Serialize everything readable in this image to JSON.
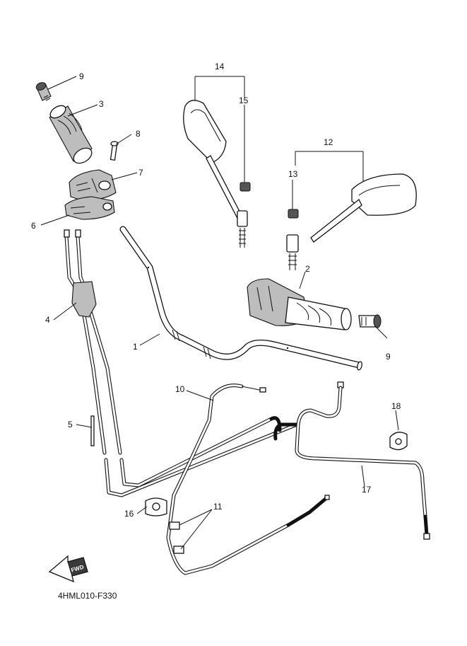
{
  "diagram_code": "4HML010-F330",
  "fwd_label": "FWD",
  "callouts": {
    "p1": "1",
    "p2": "2",
    "p3": "3",
    "p4": "4",
    "p5": "5",
    "p6": "6",
    "p7": "7",
    "p8": "8",
    "p9a": "9",
    "p9b": "9",
    "p10": "10",
    "p11": "11",
    "p12": "12",
    "p13": "13",
    "p14": "14",
    "p15": "15",
    "p16": "16",
    "p17": "17",
    "p18": "18"
  }
}
